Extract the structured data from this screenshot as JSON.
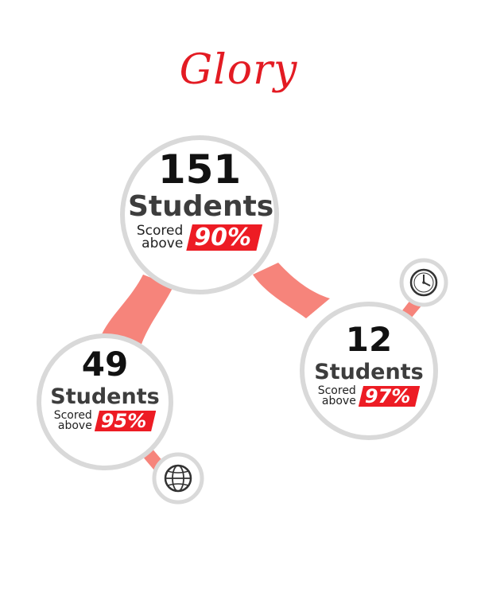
{
  "title": "Glory",
  "colors": {
    "accent": "#ed1c24",
    "connector": "#f6847b",
    "ring": "#d9d9d9"
  },
  "stats": [
    {
      "count": "151",
      "unit": "Students",
      "label_line1": "Scored",
      "label_line2": "above",
      "percent": "90%"
    },
    {
      "count": "49",
      "unit": "Students",
      "label_line1": "Scored",
      "label_line2": "above",
      "percent": "95%"
    },
    {
      "count": "12",
      "unit": "Students",
      "label_line1": "Scored",
      "label_line2": "above",
      "percent": "97%"
    }
  ],
  "icons": [
    "globe-icon",
    "clock-icon"
  ]
}
